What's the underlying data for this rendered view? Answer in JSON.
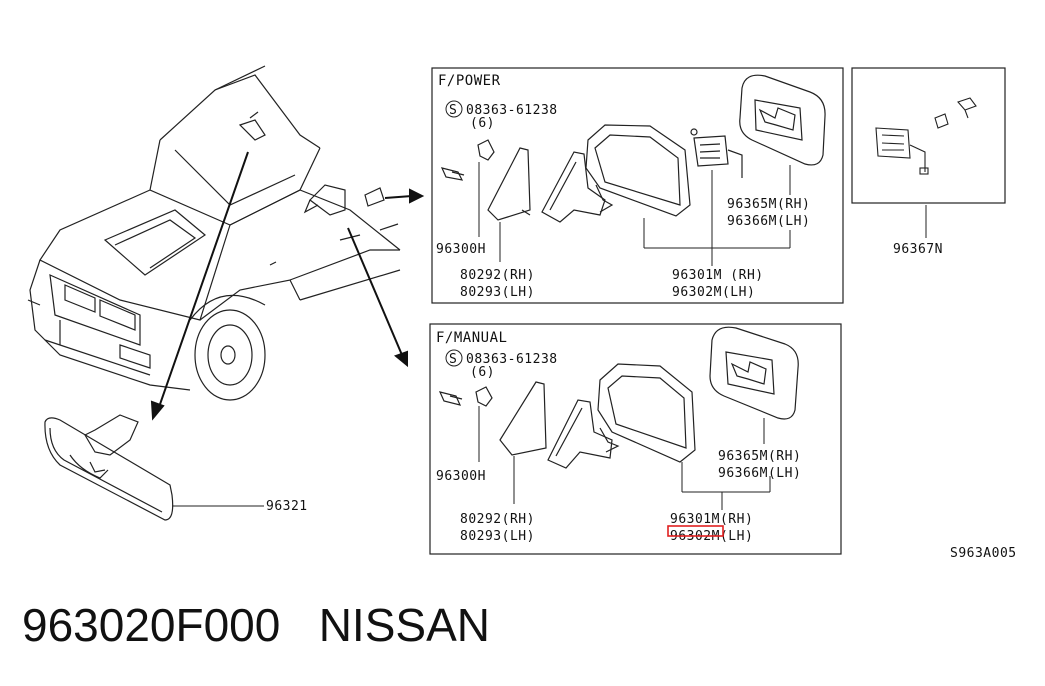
{
  "caption": {
    "part_number": "963020F000",
    "brand": "NISSAN"
  },
  "diagram_code": "S963A005",
  "rear_view_mirror": {
    "part": "96321"
  },
  "panel_power": {
    "title": "F/POWER",
    "screw": "08363-61238",
    "screw_qty": "(6)",
    "cover": "96300H",
    "finisher_rh": "80292(RH)",
    "finisher_lh": "80293(LH)",
    "glass_rh": "96365M(RH)",
    "glass_lh": "96366M(LH)",
    "mirror_rh": "96301M (RH)",
    "mirror_lh": "96302M(LH)"
  },
  "panel_actuator": {
    "part": "96367N"
  },
  "panel_manual": {
    "title": "F/MANUAL",
    "screw": "08363-61238",
    "screw_qty": "(6)",
    "cover": "96300H",
    "finisher_rh": "80292(RH)",
    "finisher_lh": "80293(LH)",
    "glass_rh": "96365M(RH)",
    "glass_lh": "96366M(LH)",
    "mirror_rh": "96301M(RH)",
    "mirror_lh": "96302M(LH)"
  },
  "highlight_color": "#e02020"
}
